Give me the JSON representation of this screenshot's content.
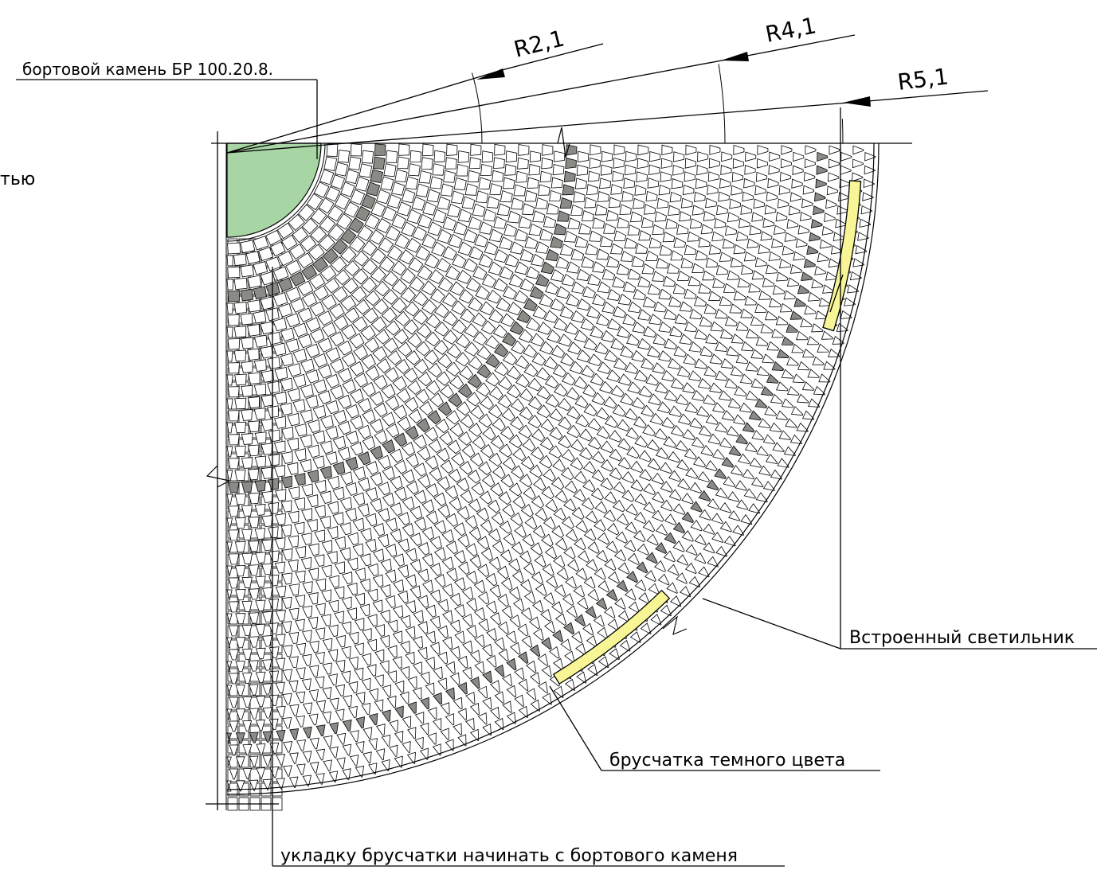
{
  "drawing": {
    "labels": {
      "curb_stone": "бортовой камень БР 100.20.8.",
      "left_fragment": "тью",
      "built_in_lamp": "Встроенный светильник",
      "dark_pavers": "брусчатка темного цвета",
      "laying_note": "укладку брусчатки начинать с бортового каменя"
    },
    "radius_labels": [
      "R2,1",
      "R4,1",
      "R5,1"
    ],
    "colors": {
      "curb_fill": "#a8d5a4",
      "dark_paver": "#8a8a86",
      "lamp_fill": "#f8f596",
      "line": "#000000",
      "background": "#ffffff"
    }
  }
}
